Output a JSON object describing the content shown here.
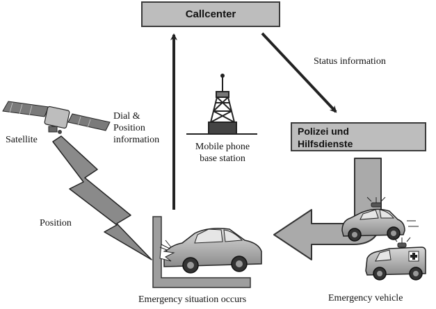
{
  "nodes": {
    "callcenter": "Callcenter",
    "police": "Polizei und\nHilfsdienste"
  },
  "labels": {
    "status_information": "Status information",
    "dial_position_information": "Dial &\nPosition\ninformation",
    "satellite": "Satellite",
    "mobile_phone_base_station": "Mobile phone\nbase station",
    "position": "Position",
    "emergency_situation_occurs": "Emergency situation occurs",
    "emergency_vehicle": "Emergency vehicle"
  },
  "colors": {
    "box_fill": "#bdbdbd",
    "box_border": "#3a3a3a",
    "arrow": "#222222",
    "big_arrow_fill": "#aaaaaa",
    "wall": "#9e9e9e"
  },
  "icons": [
    "satellite-icon",
    "radio-tower-icon",
    "crashed-car-icon",
    "police-car-icon",
    "ambulance-icon",
    "lightning-bolt-icon"
  ]
}
